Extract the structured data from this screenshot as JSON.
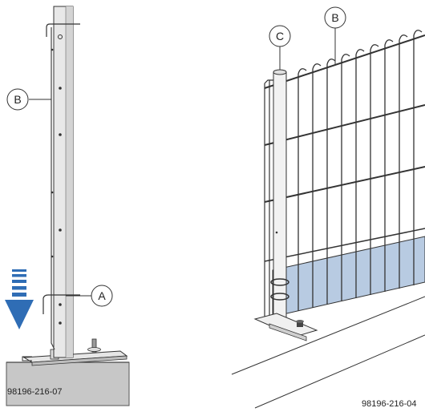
{
  "left_figure": {
    "callout_a": "A",
    "callout_b": "B",
    "figure_code": "98196-216-07",
    "arrow_color": "#2f6db5",
    "base_color": "#c7c7c7"
  },
  "right_figure": {
    "callout_b": "B",
    "callout_c": "C",
    "figure_code": "98196-216-04",
    "panel_color": "#b8cbe2"
  }
}
